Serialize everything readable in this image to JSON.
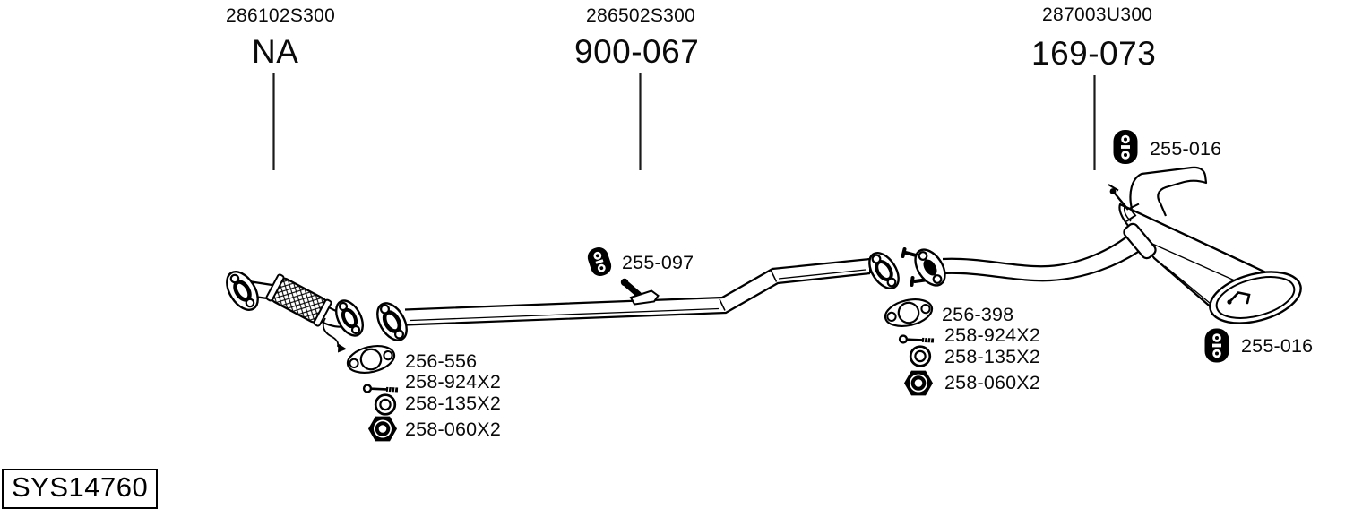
{
  "diagram": {
    "title_note": "exhaust system parts diagram",
    "system_code": "SYS14760",
    "sections": [
      {
        "ref_code": "286102S300",
        "part_number": "NA"
      },
      {
        "ref_code": "286502S300",
        "part_number": "900-067"
      },
      {
        "ref_code": "287003U300",
        "part_number": "169-073"
      }
    ],
    "callouts": {
      "center_hanger": {
        "part": "255-097",
        "icon": "rubber-hanger-icon"
      },
      "front_hardware": [
        {
          "part": "256-556",
          "icon": "gasket-icon"
        },
        {
          "part": "258-924X2",
          "icon": "bolt-icon"
        },
        {
          "part": "258-135X2",
          "icon": "washer-icon"
        },
        {
          "part": "258-060X2",
          "icon": "nut-icon"
        }
      ],
      "rear_hardware": [
        {
          "part": "256-398",
          "icon": "gasket-icon"
        },
        {
          "part": "258-924X2",
          "icon": "bolt-icon"
        },
        {
          "part": "258-135X2",
          "icon": "washer-icon"
        },
        {
          "part": "258-060X2",
          "icon": "nut-icon"
        }
      ],
      "muffler_hanger_top": {
        "part": "255-016",
        "icon": "rubber-hanger-icon"
      },
      "muffler_hanger_bottom": {
        "part": "255-016",
        "icon": "rubber-hanger-icon"
      }
    },
    "colors": {
      "ink": "#000000",
      "background": "#ffffff"
    }
  }
}
